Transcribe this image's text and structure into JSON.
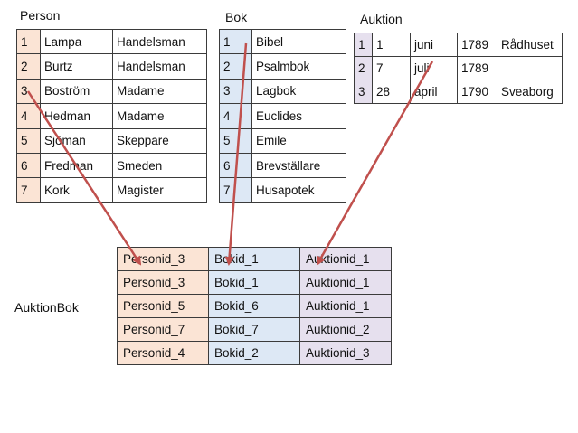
{
  "person": {
    "title": "Person",
    "rows": [
      [
        "1",
        "Lampa",
        "Handelsman"
      ],
      [
        "2",
        "Burtz",
        "Handelsman"
      ],
      [
        "3",
        "Boström",
        "Madame"
      ],
      [
        "4",
        "Hedman",
        "Madame"
      ],
      [
        "5",
        "Sjöman",
        "Skeppare"
      ],
      [
        "6",
        "Fredman",
        "Smeden"
      ],
      [
        "7",
        "Kork",
        "Magister"
      ]
    ]
  },
  "bok": {
    "title": "Bok",
    "rows": [
      [
        "1",
        "Bibel"
      ],
      [
        "2",
        "Psalmbok"
      ],
      [
        "3",
        "Lagbok"
      ],
      [
        "4",
        "Euclides"
      ],
      [
        "5",
        "Emile"
      ],
      [
        "6",
        "Brevställare"
      ],
      [
        "7",
        "Husapotek"
      ]
    ]
  },
  "auktion": {
    "title": "Auktion",
    "rows": [
      [
        "1",
        "1",
        "juni",
        "1789",
        "Rådhuset"
      ],
      [
        "2",
        "7",
        "juli",
        "1789",
        ""
      ],
      [
        "3",
        "28",
        "april",
        "1790",
        "Sveaborg"
      ]
    ]
  },
  "auktionbok": {
    "title": "AuktionBok",
    "rows": [
      [
        "Personid_3",
        "Bokid_1",
        "Auktionid_1"
      ],
      [
        "Personid_3",
        "Bokid_1",
        "Auktionid_1"
      ],
      [
        "Personid_5",
        "Bokid_6",
        "Auktionid_1"
      ],
      [
        "Personid_7",
        "Bokid_7",
        "Auktionid_2"
      ],
      [
        "Personid_4",
        "Bokid_2",
        "Auktionid_3"
      ]
    ]
  },
  "colors": {
    "arrow": "#c0504d",
    "person_key": "#fbe4d5",
    "bok_key": "#dde8f5",
    "auktion_key": "#e6e0ee"
  }
}
